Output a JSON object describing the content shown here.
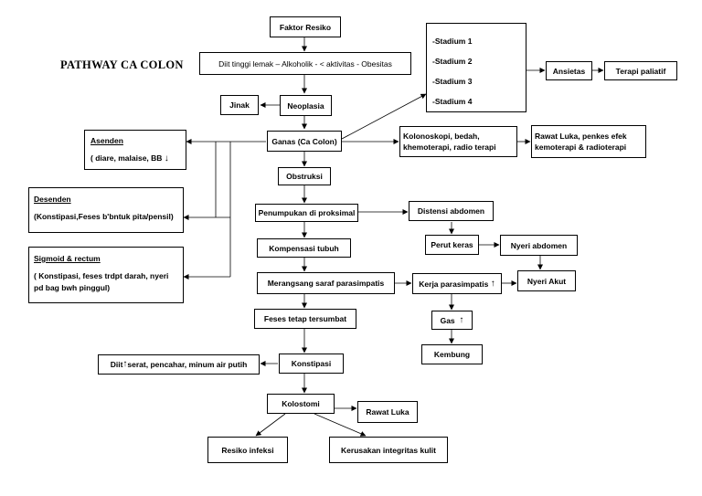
{
  "title": "PATHWAY CA COLON",
  "nodes": {
    "faktor": "Faktor Resiko",
    "diit": "Diit tinggi lemak – Alkoholik - < aktivitas - Obesitas",
    "jinak": "Jinak",
    "neoplasia": "Neoplasia",
    "ganas": "Ganas (Ca Colon)",
    "stadium": [
      "-Stadium 1",
      "-Stadium 2",
      "-Stadium 3",
      "-Stadium 4"
    ],
    "ansietas": "Ansietas",
    "terapi_paliatif": "Terapi paliatif",
    "kolonoskopi": [
      "Kolonoskopi, bedah,",
      "khemoterapi, radio terapi"
    ],
    "rawat_luka_penkes": [
      "Rawat Luka, penkes efek",
      "kemoterapi & radioterapi"
    ],
    "asenden_title": "Asenden",
    "asenden_text": "( diare, malaise, BB",
    "desenden_title": "Desenden",
    "desenden_text": "(Konstipasi,Feses b'bntuk pita/pensil)",
    "sigmoid_title": "Sigmoid & rectum",
    "sigmoid_text": "( Konstipasi, feses trdpt darah, nyeri pd bag bwh pinggul)",
    "obstruksi": "Obstruksi",
    "penumpukan": "Penumpukan di proksimal",
    "distensi": "Distensi abdomen",
    "perut_keras": "Perut keras",
    "nyeri_abdomen": "Nyeri abdomen",
    "kompensasi": "Kompensasi tubuh",
    "nyeri_akut": "Nyeri Akut",
    "merangsang": "Merangsang saraf parasimpatis",
    "kerja_para": "Kerja parasimpatis",
    "gas": "Gas",
    "feses": "Feses tetap tersumbat",
    "kembung": "Kembung",
    "konstipasi": "Konstipasi",
    "diit_serat_a": "Diit",
    "diit_serat_b": " serat, pencahar, minum air putih",
    "kolostomi": "Kolostomi",
    "rawat_luka": "Rawat Luka",
    "resiko_infeksi": "Resiko infeksi",
    "kerusakan": "Kerusakan integritas kulit"
  }
}
